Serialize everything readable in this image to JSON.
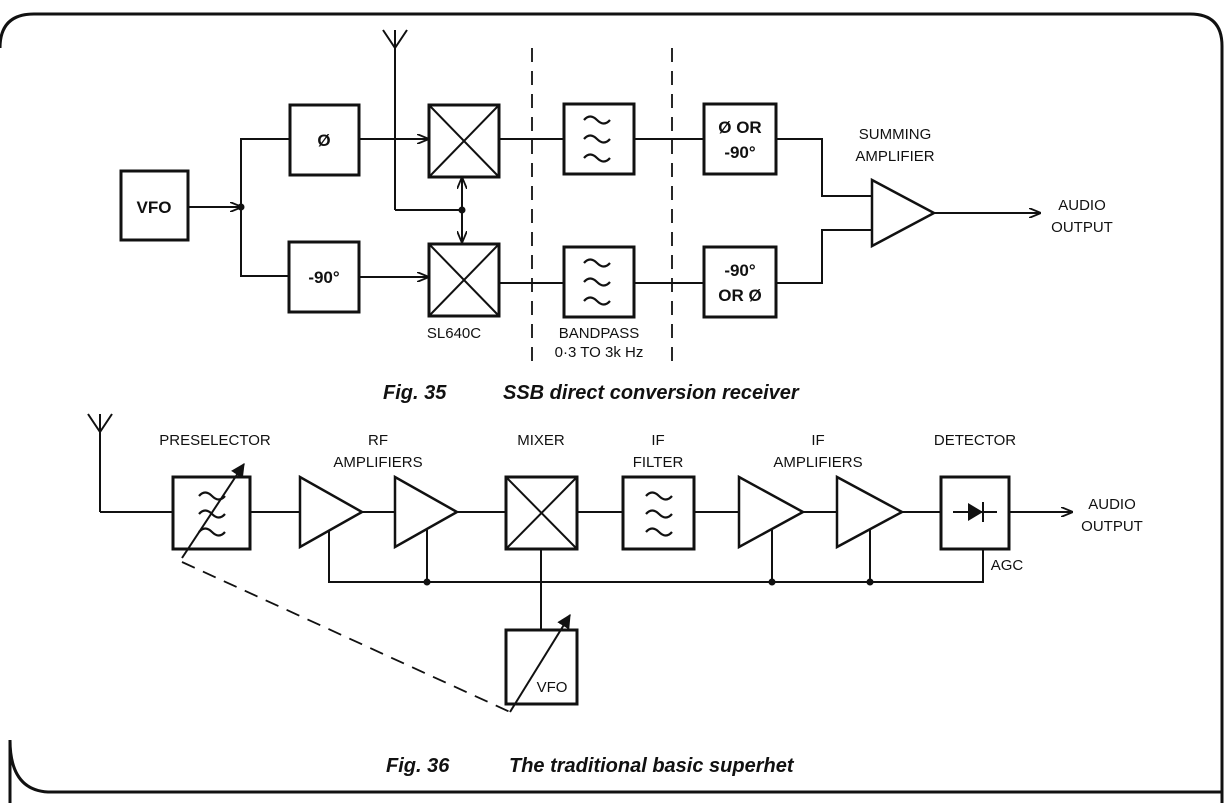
{
  "fig35": {
    "caption_number": "Fig. 35",
    "caption_title": "SSB direct conversion receiver",
    "vfo": "VFO",
    "phase_zero": "Ø",
    "phase_minus90": "-90°",
    "mixer_label": "SL640C",
    "bandpass": [
      "BANDPASS",
      "0·3  TO 3k Hz"
    ],
    "phase_top": [
      "Ø  OR",
      "-90°"
    ],
    "phase_bottom": [
      "-90°",
      "OR  Ø"
    ],
    "summing": [
      "SUMMING",
      "AMPLIFIER"
    ],
    "output": [
      "AUDIO",
      "OUTPUT"
    ]
  },
  "fig36": {
    "caption_number": "Fig. 36",
    "caption_title": "The traditional basic superhet",
    "preselector": "PRESELECTOR",
    "rf_amplifiers": [
      "RF",
      "AMPLIFIERS"
    ],
    "mixer": "MIXER",
    "if_filter": [
      "IF",
      "FILTER"
    ],
    "if_amplifiers": [
      "IF",
      "AMPLIFIERS"
    ],
    "detector": "DETECTOR",
    "agc": "AGC",
    "vfo": "VFO",
    "output": [
      "AUDIO",
      "OUTPUT"
    ]
  },
  "icons": [
    "antenna-icon",
    "mixer-icon",
    "filter-icon",
    "amplifier-icon",
    "diode-icon",
    "variable-arrow-icon"
  ]
}
